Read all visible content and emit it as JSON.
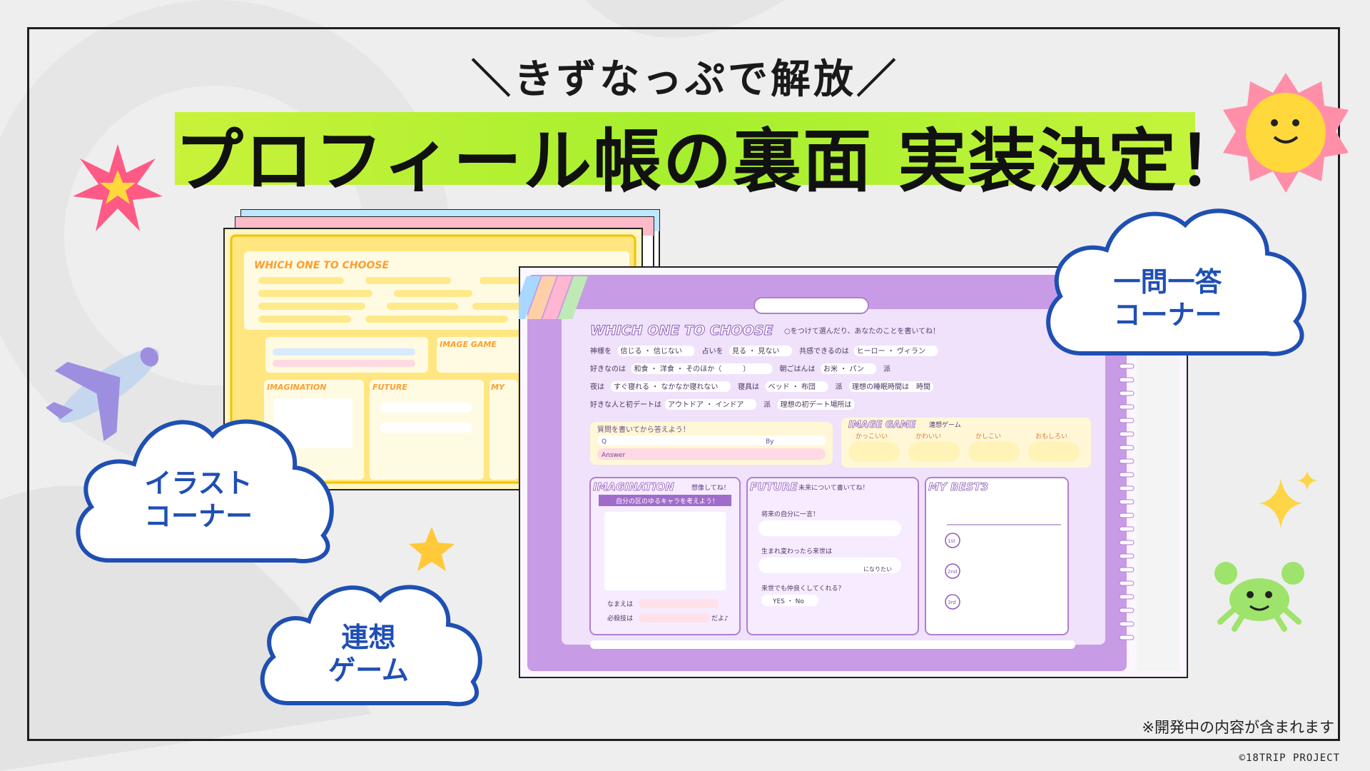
{
  "banner": {
    "subtitle": "＼きずなっぷで解放／",
    "title": "プロフィール帳の裏面 実装決定！",
    "notice": "※開発中の内容が含まれます",
    "copyright": "©18TRIP PROJECT"
  },
  "clouds": {
    "qa": "一問一答\nコーナー",
    "illust": "イラスト\nコーナー",
    "assoc": "連想\nゲーム"
  },
  "profile_sheet": {
    "which_title": "WHICH ONE TO CHOOSE",
    "which_note": "○をつけて選んだり、あなたのことを書いてね！",
    "rows": [
      [
        "神様を",
        "信じる ・ 信じない",
        "占いを",
        "見る ・ 見ない",
        "共感できるのは",
        "ヒーロー ・ ヴィラン"
      ],
      [
        "好きなのは",
        "和食 ・ 洋食 ・ そのほか（　　　）",
        "朝ごはんは",
        "お米 ・ パン",
        "派",
        ""
      ],
      [
        "夜は",
        "すぐ寝れる ・ なかなか寝れない",
        "寝具は",
        "ベッド ・ 布団",
        "派",
        "理想の睡眠時間は　時間"
      ],
      [
        "好きな人と初デートは",
        "アウトドア ・ インドア",
        "派",
        "理想の初デート場所は",
        "",
        ""
      ]
    ],
    "qa_prompt": "質問を書いてから答えよう！",
    "qa_q": "Q",
    "qa_by": "By",
    "qa_answer": "Answer",
    "image_game_title": "IMAGE GAME",
    "image_game_note": "連想ゲーム",
    "image_game_words": [
      "かっこいい",
      "かわいい",
      "かしこい",
      "おもしろい"
    ],
    "imagination_title": "IMAGINATION",
    "imagination_note": "想像してね！",
    "imagination_task": "自分の区のゆるキャラを考えよう！",
    "name_label": "なまえは",
    "skill_label": "必殺技は",
    "skill_suffix": "だよ♪",
    "future_title": "FUTURE",
    "future_note": "未来について書いてね！",
    "future_q1": "将来の自分に一言！",
    "future_q2": "生まれ変わったら来世は",
    "future_q2_suffix": "になりたい",
    "future_q3": "来世でも仲良くしてくれる？",
    "future_yesno": "YES ・ No",
    "best_title": "MY BEST3",
    "best_ranks": [
      "1st",
      "2nd",
      "3rd"
    ]
  },
  "colors": {
    "title_band": "#aef02f",
    "cloud_stroke": "#1f4fb3",
    "sheet_purple": "#b07fd0",
    "sheet_yellow": "#ffe04a"
  },
  "icons": [
    "star-burst-icon",
    "sun-face-icon",
    "airplane-icon",
    "gold-star-icon",
    "sparkle-icon",
    "crab-icon"
  ]
}
